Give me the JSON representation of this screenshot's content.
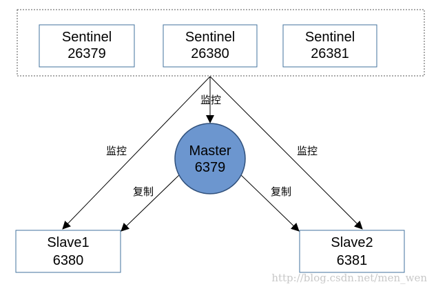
{
  "sentinels": [
    {
      "name": "Sentinel",
      "port": "26379"
    },
    {
      "name": "Sentinel",
      "port": "26380"
    },
    {
      "name": "Sentinel",
      "port": "26381"
    }
  ],
  "master": {
    "name": "Master",
    "port": "6379"
  },
  "slaves": [
    {
      "name": "Slave1",
      "port": "6380"
    },
    {
      "name": "Slave2",
      "port": "6381"
    }
  ],
  "edges": {
    "monitor_label": "监控",
    "replicate_label": "复制"
  },
  "watermark": "http://blog.csdn.net/men_wen",
  "colors": {
    "box_border": "#41719c",
    "master_fill": "#6c96cf",
    "master_border": "#2f4f7a",
    "group_border": "#555555",
    "arrow": "#000000",
    "watermark": "#c8c8c8"
  }
}
